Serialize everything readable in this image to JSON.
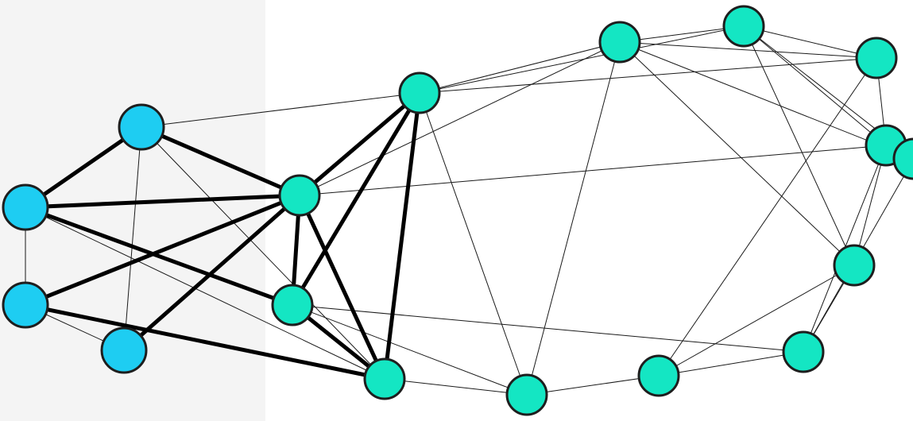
{
  "colors": {
    "left_panel_bg": "#f4f4f4",
    "cluster_a_fill": "#1ecdf2",
    "cluster_b_fill": "#14e6c3"
  },
  "graph": {
    "nodes": [
      {
        "id": "a1",
        "group": "a"
      },
      {
        "id": "a2",
        "group": "a"
      },
      {
        "id": "a3",
        "group": "a"
      },
      {
        "id": "a4",
        "group": "a"
      },
      {
        "id": "b1",
        "group": "b"
      },
      {
        "id": "b2",
        "group": "b"
      },
      {
        "id": "b3",
        "group": "b"
      },
      {
        "id": "b4",
        "group": "b"
      },
      {
        "id": "b5",
        "group": "b"
      },
      {
        "id": "b6",
        "group": "b"
      },
      {
        "id": "b7",
        "group": "b"
      },
      {
        "id": "b8",
        "group": "b"
      },
      {
        "id": "b9",
        "group": "b"
      },
      {
        "id": "b10",
        "group": "b"
      },
      {
        "id": "b11",
        "group": "b"
      },
      {
        "id": "b12",
        "group": "b"
      },
      {
        "id": "b13",
        "group": "b"
      }
    ],
    "edges": [
      {
        "from": "a1",
        "to": "a2",
        "weight": "bold"
      },
      {
        "from": "a1",
        "to": "b2",
        "weight": "bold"
      },
      {
        "from": "a1",
        "to": "b1",
        "weight": "thin"
      },
      {
        "from": "a1",
        "to": "a4",
        "weight": "thin"
      },
      {
        "from": "a1",
        "to": "b4",
        "weight": "thin"
      },
      {
        "from": "a2",
        "to": "b2",
        "weight": "bold"
      },
      {
        "from": "a2",
        "to": "b3",
        "weight": "bold"
      },
      {
        "from": "a2",
        "to": "a3",
        "weight": "thin"
      },
      {
        "from": "a2",
        "to": "b4",
        "weight": "thin"
      },
      {
        "from": "a3",
        "to": "b2",
        "weight": "bold"
      },
      {
        "from": "a3",
        "to": "b4",
        "weight": "bold"
      },
      {
        "from": "a3",
        "to": "a4",
        "weight": "thin"
      },
      {
        "from": "a4",
        "to": "b2",
        "weight": "bold"
      },
      {
        "from": "b1",
        "to": "b2",
        "weight": "bold"
      },
      {
        "from": "b1",
        "to": "b3",
        "weight": "bold"
      },
      {
        "from": "b1",
        "to": "b4",
        "weight": "bold"
      },
      {
        "from": "b2",
        "to": "b3",
        "weight": "bold"
      },
      {
        "from": "b2",
        "to": "b4",
        "weight": "bold"
      },
      {
        "from": "b3",
        "to": "b4",
        "weight": "bold"
      },
      {
        "from": "b1",
        "to": "b6",
        "weight": "thin"
      },
      {
        "from": "b1",
        "to": "b5",
        "weight": "thin"
      },
      {
        "from": "b1",
        "to": "b7",
        "weight": "thin"
      },
      {
        "from": "b1",
        "to": "b8",
        "weight": "thin"
      },
      {
        "from": "b2",
        "to": "b9",
        "weight": "thin"
      },
      {
        "from": "b2",
        "to": "b6",
        "weight": "thin"
      },
      {
        "from": "b3",
        "to": "b5",
        "weight": "thin"
      },
      {
        "from": "b3",
        "to": "b12",
        "weight": "thin"
      },
      {
        "from": "b4",
        "to": "b5",
        "weight": "thin"
      },
      {
        "from": "b5",
        "to": "b10",
        "weight": "thin"
      },
      {
        "from": "b5",
        "to": "b6",
        "weight": "thin"
      },
      {
        "from": "b6",
        "to": "b7",
        "weight": "thin"
      },
      {
        "from": "b6",
        "to": "b11",
        "weight": "thin"
      },
      {
        "from": "b6",
        "to": "b8",
        "weight": "thin"
      },
      {
        "from": "b6",
        "to": "b13",
        "weight": "thin"
      },
      {
        "from": "b7",
        "to": "b8",
        "weight": "thin"
      },
      {
        "from": "b7",
        "to": "b9",
        "weight": "thin"
      },
      {
        "from": "b7",
        "to": "b13",
        "weight": "thin"
      },
      {
        "from": "b7",
        "to": "b11",
        "weight": "thin"
      },
      {
        "from": "b8",
        "to": "b9",
        "weight": "thin"
      },
      {
        "from": "b8",
        "to": "b10",
        "weight": "thin"
      },
      {
        "from": "b9",
        "to": "b11",
        "weight": "thin"
      },
      {
        "from": "b9",
        "to": "b12",
        "weight": "thin"
      },
      {
        "from": "b10",
        "to": "b11",
        "weight": "thin"
      },
      {
        "from": "b10",
        "to": "b12",
        "weight": "thin"
      },
      {
        "from": "b11",
        "to": "b12",
        "weight": "thin"
      },
      {
        "from": "b12",
        "to": "b13",
        "weight": "thin"
      }
    ]
  }
}
